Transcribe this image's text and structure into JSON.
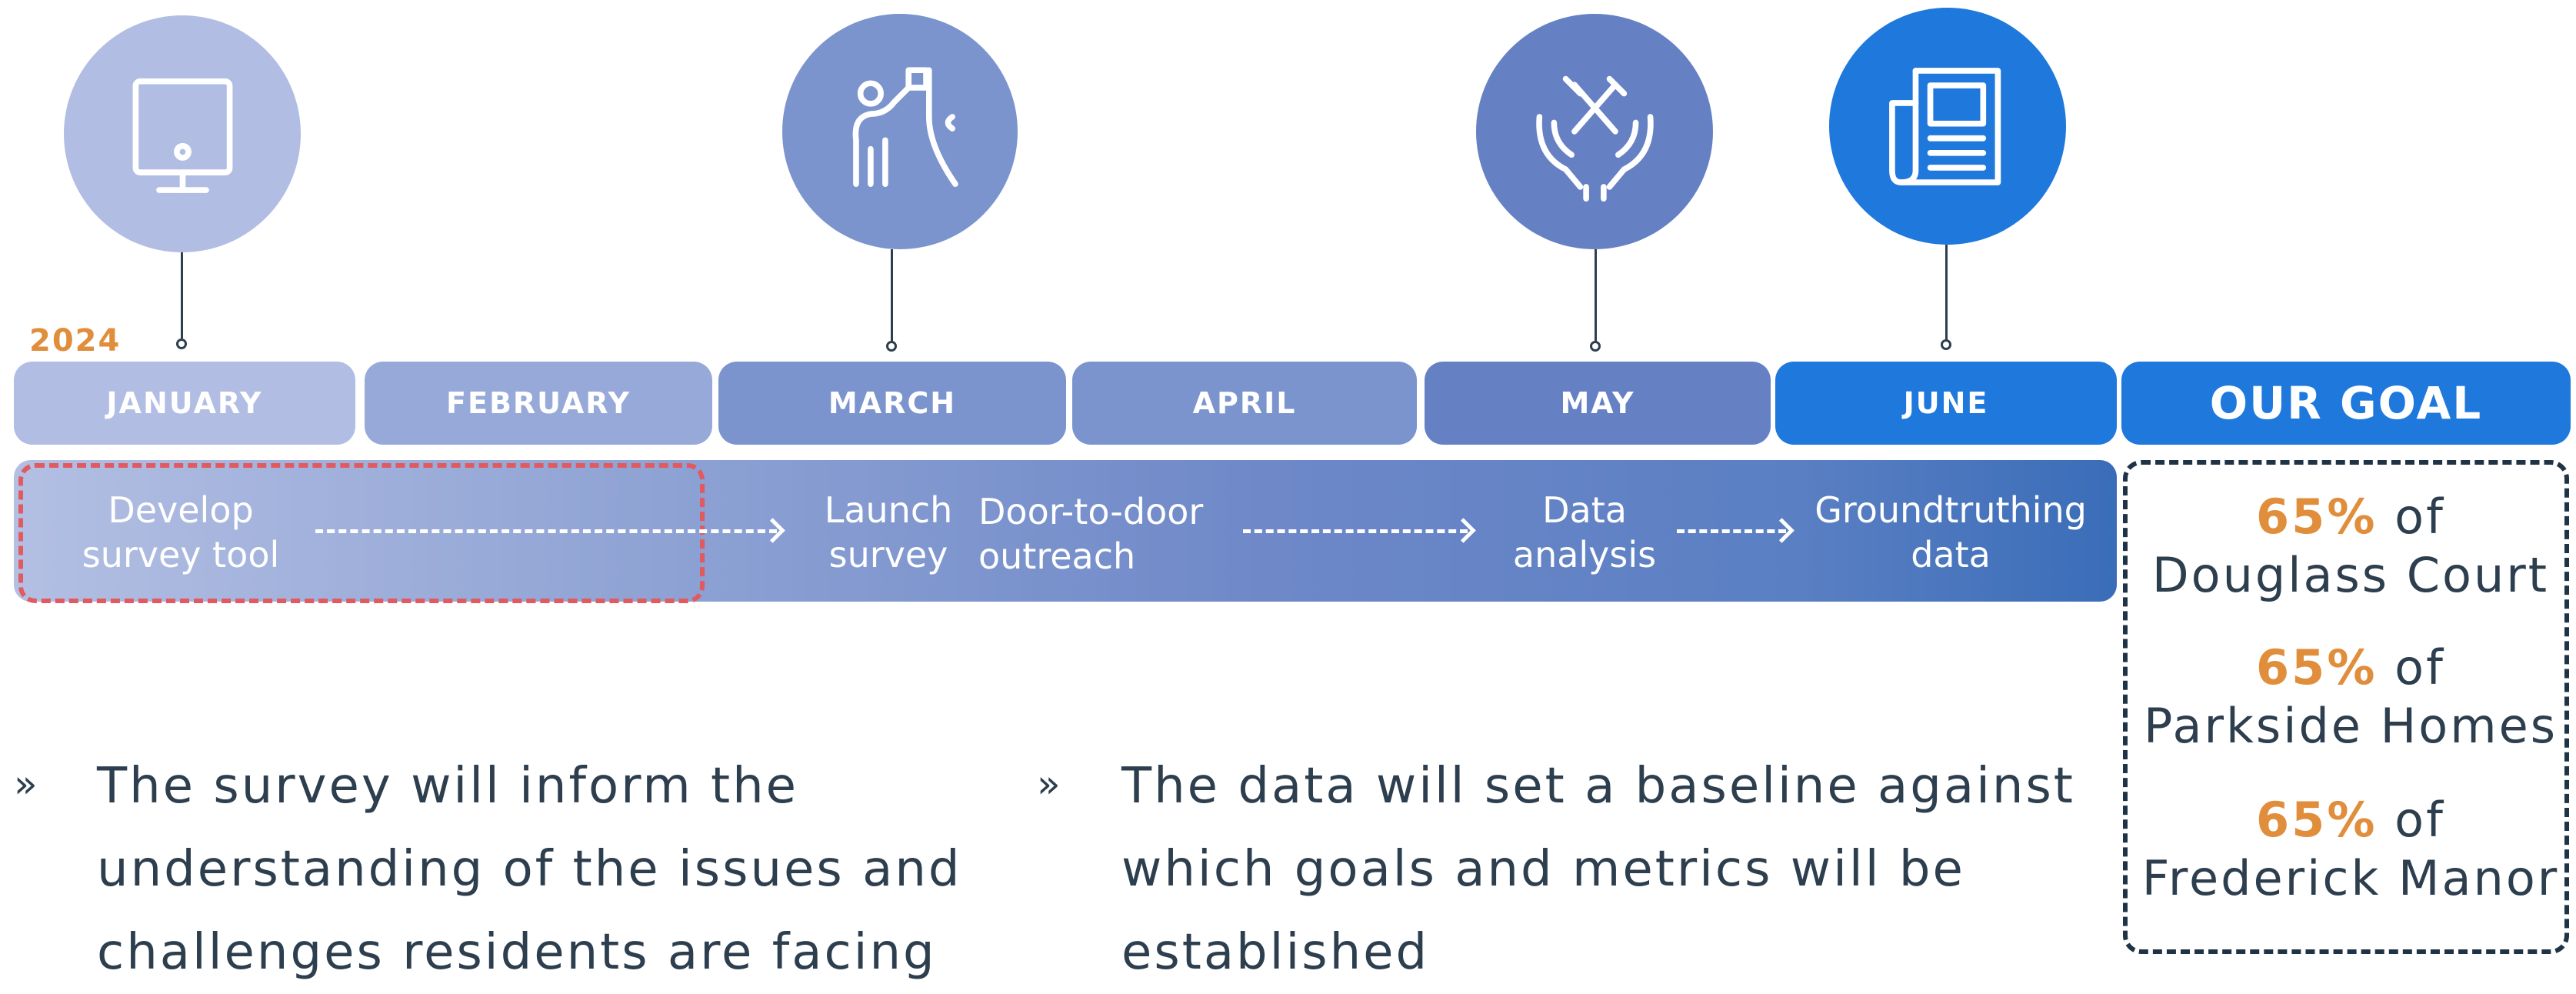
{
  "year": "2024",
  "months": [
    "JANUARY",
    "FEBRUARY",
    "MARCH",
    "APRIL",
    "MAY",
    "JUNE"
  ],
  "goal_header": "OUR GOAL",
  "icons": [
    "monitor-icon",
    "person-survey-icon",
    "hands-tools-icon",
    "newspaper-icon"
  ],
  "tasks": {
    "develop": [
      "Develop",
      "survey tool"
    ],
    "launch": [
      "Launch",
      "survey"
    ],
    "outreach": [
      "Door-to-door",
      "outreach"
    ],
    "analysis": [
      "Data",
      "analysis"
    ],
    "groundtruth": [
      "Groundtruthing",
      "data"
    ]
  },
  "goals": [
    {
      "pct": "65%",
      "of": "of",
      "place": "Douglass Court"
    },
    {
      "pct": "65%",
      "of": "of",
      "place": "Parkside Homes"
    },
    {
      "pct": "65%",
      "of": "of",
      "place": "Frederick Manor"
    }
  ],
  "notes": [
    {
      "bullet": "»",
      "lines": [
        "The survey will inform the",
        "understanding of the issues and",
        "challenges residents are facing"
      ]
    },
    {
      "bullet": "»",
      "lines": [
        "The data will set a baseline against",
        "which goals and metrics will be",
        "established"
      ]
    }
  ],
  "colors": {
    "orange": "#e08e3c",
    "navy": "#2d3e4e",
    "blue": "#1f78dc",
    "highlight_red": "#e05a5f"
  }
}
